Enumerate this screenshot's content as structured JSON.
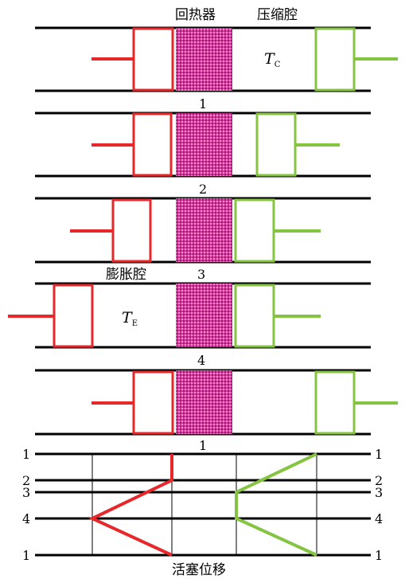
{
  "labels": {
    "regenerator": "回热器",
    "compression_space": "压缩腔",
    "expansion_space": "膨胀腔",
    "piston_displacement": "活塞位移",
    "tc_symbol": "T",
    "tc_sub": "C",
    "te_symbol": "T",
    "te_sub": "E"
  },
  "stages": [
    "1",
    "2",
    "3",
    "4",
    "1"
  ],
  "graph_left_labels": [
    "1",
    "2",
    "3",
    "4",
    "1"
  ],
  "graph_right_labels": [
    "1",
    "2",
    "3",
    "4",
    "1"
  ],
  "colors": {
    "hot_piston": "#e8272b",
    "cold_piston": "#84c441",
    "regenerator": "#d9349b",
    "wall": "#000000"
  }
}
